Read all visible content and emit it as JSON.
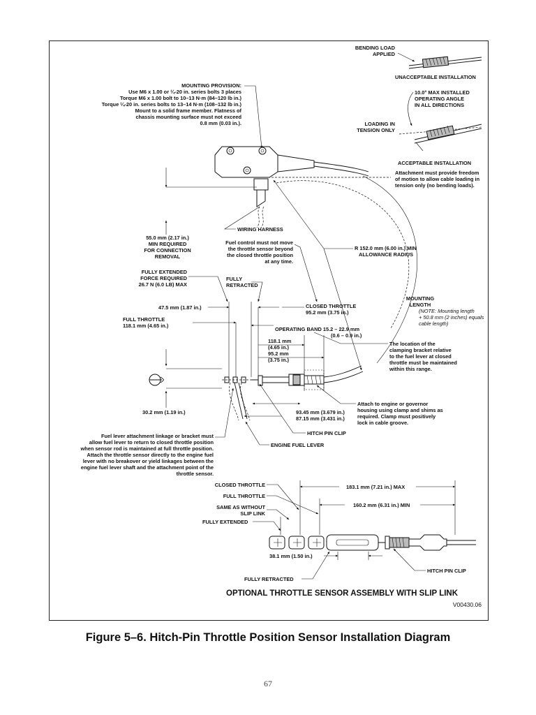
{
  "figure": {
    "caption": "Figure 5–6. Hitch-Pin Throttle Position Sensor Installation Diagram",
    "code": "V00430.06",
    "page_number": "67"
  },
  "callouts": {
    "bending_load": [
      "BENDING LOAD",
      "APPLIED"
    ],
    "unacceptable": "UNACCEPTABLE INSTALLATION",
    "max_angle": [
      "10.0° MAX INSTALLED",
      "OPERATING ANGLE",
      "IN ALL DIRECTIONS"
    ],
    "loading_tension": [
      "LOADING IN",
      "TENSION ONLY"
    ],
    "acceptable": "ACCEPTABLE INSTALLATION",
    "attachment_freedom": [
      "Attachment must provide freedom",
      "of motion to allow cable loading in",
      "tension only (no bending loads)."
    ],
    "mounting_provision": [
      "MOUNTING PROVISION:",
      "Use M6 x 1.00 or ¼-20 in. series bolts 3 places",
      "Torque M6 x 1.00 bolt to 10–13 N·m (84–120 lb in.)",
      "Torque ¼-20 in. series bolts to 13–14 N·m (108–132 lb in.)",
      "Mount to a solid frame member. Flatness of",
      "chassis mounting surface must not exceed",
      "0.8 mm (0.03 in.)."
    ],
    "wiring_harness": "WIRING HARNESS",
    "connection_removal": [
      "55.0 mm (2.17 in.)",
      "MIN REQUIRED",
      "FOR CONNECTION",
      "REMOVAL"
    ],
    "fuel_control": [
      "Fuel control must not move",
      "the throttle sensor beyond",
      "the closed throttle position",
      "at any time."
    ],
    "radius": [
      "R 152.0 mm (6.00 in.) MIN",
      "ALLOWANCE RADIUS"
    ],
    "fully_extended_force": [
      "FULLY EXTENDED",
      "FORCE REQUIRED",
      "26.7 N (6.0 LB) MAX"
    ],
    "fully_retracted": [
      "FULLY",
      "RETRACTED"
    ],
    "mounting_length": [
      "MOUNTING",
      "LENGTH"
    ],
    "mounting_length_note_label": "(NOTE:",
    "mounting_length_note": [
      " Mounting length",
      "+ 50.8 mm (2 inches) equals",
      "cable length)"
    ],
    "dim_47_5": "47.5 mm (1.87 in.)",
    "closed_throttle": [
      "CLOSED THROTTLE",
      "95.2 mm (3.75 in.)"
    ],
    "full_throttle": [
      "FULL THROTTLE",
      "118.1 mm (4.65 in.)"
    ],
    "operating_band": [
      "OPERATING BAND 15.2 – 22.9 mm",
      "(0.6 – 0.9 in.)"
    ],
    "dim_118_95": [
      "118.1 mm",
      "(4.65 in.)",
      "95.2 mm",
      "(3.75 in.)"
    ],
    "clamp_location": [
      "The location of the",
      "clamping bracket relative",
      "to the fuel lever at closed",
      "throttle must be maintained",
      "within this range."
    ],
    "dim_30_2": "30.2 mm (1.19 in.)",
    "attach_engine": [
      "Attach to engine or governor",
      "housing using clamp and shims as",
      "required. Clamp must positively",
      "lock in cable groove."
    ],
    "dim_93_87": [
      "93.45 mm (3.679 in.)",
      "87.15 mm (3.431 in.)"
    ],
    "hitch_pin_clip": "HITCH PIN CLIP",
    "fuel_lever_note": [
      "Fuel lever attachment linkage or bracket must",
      "allow fuel lever to return to closed throttle position",
      "when sensor rod is maintained at full throttle position.",
      "Attach the throttle sensor directly to the engine fuel",
      "lever with no breakover or yield linkages between the",
      "engine fuel lever shaft and the attachment point of the",
      "throttle sensor."
    ],
    "engine_fuel_lever": "ENGINE FUEL LEVER"
  },
  "slip_link": {
    "closed_throttle": "CLOSED THROTTLE",
    "full_throttle": "FULL THROTTLE",
    "same_as_without": [
      "SAME AS WITHOUT",
      "SLIP LINK"
    ],
    "fully_extended": "FULLY EXTENDED",
    "dim_183": "183.1 mm (7.21 in.) MAX",
    "dim_160": "160.2 mm (6.31 in.) MIN",
    "dim_38": "38.1 mm (1.50 in.)",
    "hitch_pin_clip": "HITCH PIN CLIP",
    "fully_retracted": "FULLY RETRACTED",
    "title": "OPTIONAL THROTTLE SENSOR ASSEMBLY WITH SLIP LINK"
  }
}
